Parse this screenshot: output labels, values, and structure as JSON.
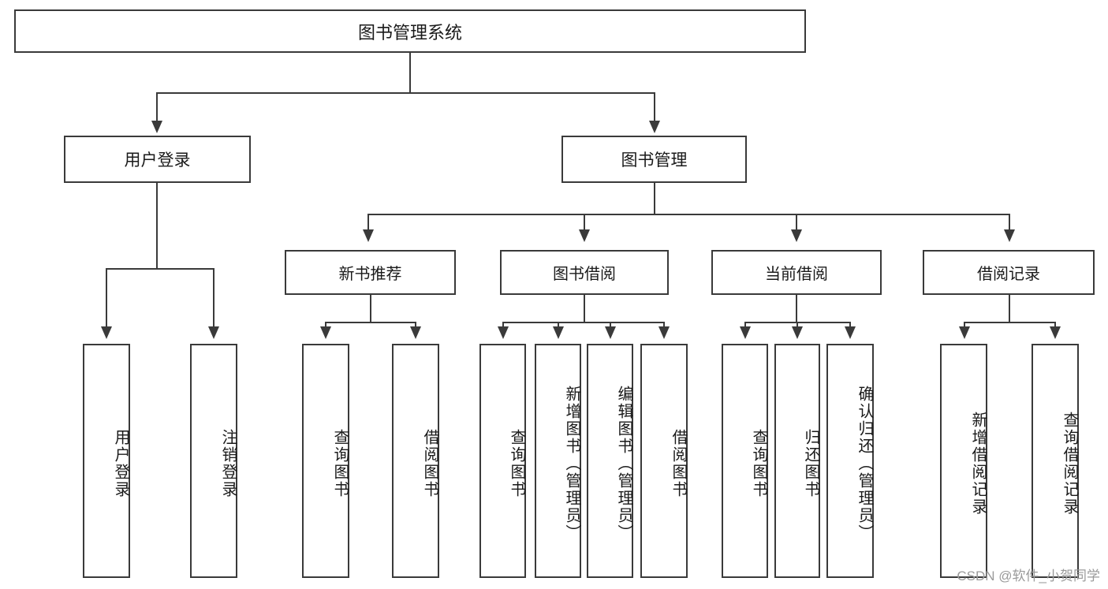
{
  "diagram": {
    "title": "图书管理系统",
    "root": {
      "label": "图书管理系统"
    },
    "level1": [
      {
        "label": "用户登录"
      },
      {
        "label": "图书管理"
      }
    ],
    "level2": [
      {
        "label": "新书推荐"
      },
      {
        "label": "图书借阅"
      },
      {
        "label": "当前借阅"
      },
      {
        "label": "借阅记录"
      }
    ],
    "leaves": {
      "user_login": [
        {
          "label": "用户登录"
        },
        {
          "label": "注销登录"
        }
      ],
      "new_book_recommend": [
        {
          "label": "查询图书"
        },
        {
          "label": "借阅图书"
        }
      ],
      "book_borrow": [
        {
          "label": "查询图书"
        },
        {
          "label": "新增图书（管理员）"
        },
        {
          "label": "编辑图书（管理员）"
        },
        {
          "label": "借阅图书"
        }
      ],
      "current_borrow": [
        {
          "label": "查询图书"
        },
        {
          "label": "归还图书"
        },
        {
          "label": "确认归还（管理员）"
        }
      ],
      "borrow_record": [
        {
          "label": "新增借阅记录"
        },
        {
          "label": "查询借阅记录"
        }
      ]
    }
  },
  "watermark": {
    "text": "CSDN @软件_小贺同学"
  },
  "colors": {
    "stroke": "#3a3a3a",
    "background": "#ffffff",
    "text": "#1a1a1a",
    "watermark": "#9a9a9a"
  }
}
